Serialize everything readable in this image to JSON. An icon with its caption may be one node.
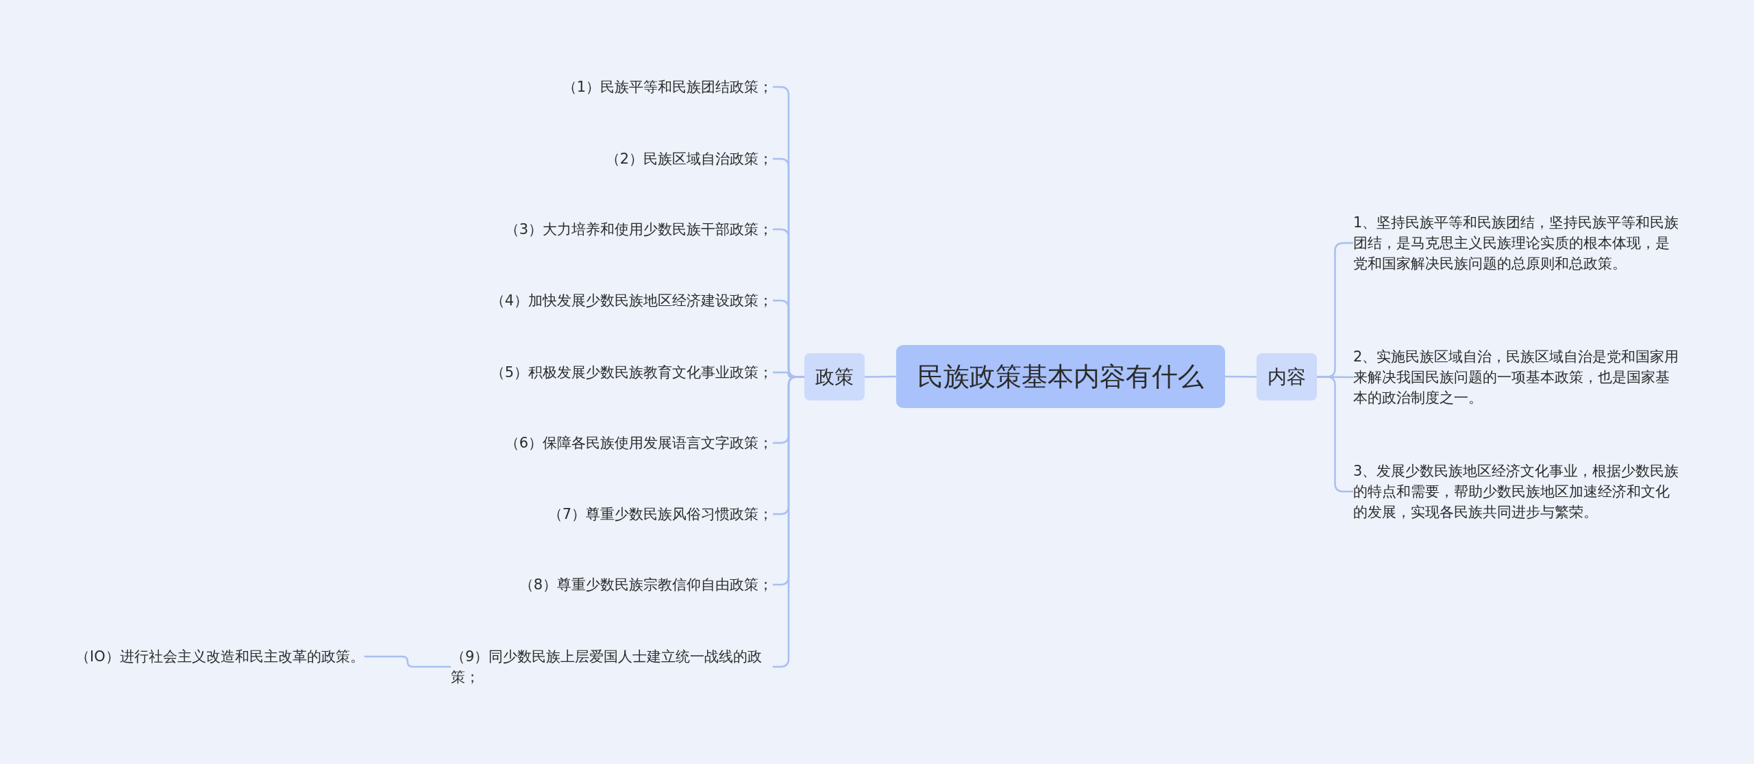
{
  "diagram": {
    "nodes": [
      {
        "text": [
          "民族政策基本内容有什么"
        ]
      },
      {
        "text": [
          "政策"
        ]
      },
      {
        "text": [
          "（1）民族平等和民族团结政策；"
        ]
      },
      {
        "text": [
          "（2）民族区域自治政策；"
        ]
      },
      {
        "text": [
          "（3）大力培养和使用少数民族干部政策；"
        ]
      },
      {
        "text": [
          "（4）加快发展少数民族地区经济建设政策；"
        ]
      },
      {
        "text": [
          "（5）积极发展少数民族教育文化事业政策；"
        ]
      },
      {
        "text": [
          "（6）保障各民族使用发展语言文字政策；"
        ]
      },
      {
        "text": [
          "（7）尊重少数民族风俗习惯政策；"
        ]
      },
      {
        "text": [
          "（8）尊重少数民族宗教信仰自由政策；"
        ]
      },
      {
        "text": [
          "（9）同少数民族上层爱国人士建立统一战线的政策；"
        ]
      },
      {
        "text": [
          "（IO）进行社会主义改造和民主改革的政策。"
        ]
      },
      {
        "text": [
          "内容"
        ]
      },
      {
        "text": [
          "1、坚持民族平等和民族团结，坚持民族平等和民族团结，是马克思主义民族理论实质的根本体现，是党和国家解决民族问题的总原则和总政策。"
        ]
      },
      {
        "text": [
          "2、实施民族区域自治，民族区域自治是党和国家用来解决我国民族问题的一项基本政策，也是国家基本的政治制度之一。"
        ]
      },
      {
        "text": [
          "3、发展少数民族地区经济文化事业，根据少数民族的特点和需要，帮助少数民族地区加速经济和文化的发展，实现各民族共同进步与繁荣。"
        ]
      }
    ],
    "edges": [
      {
        "from": 0,
        "to": 1,
        "arrow": "none"
      },
      {
        "from": 1,
        "to": 2,
        "arrow": "none"
      },
      {
        "from": 1,
        "to": 3,
        "arrow": "none"
      },
      {
        "from": 1,
        "to": 4,
        "arrow": "none"
      },
      {
        "from": 1,
        "to": 5,
        "arrow": "none"
      },
      {
        "from": 1,
        "to": 6,
        "arrow": "none"
      },
      {
        "from": 1,
        "to": 7,
        "arrow": "none"
      },
      {
        "from": 1,
        "to": 8,
        "arrow": "none"
      },
      {
        "from": 1,
        "to": 9,
        "arrow": "none"
      },
      {
        "from": 1,
        "to": 10,
        "arrow": "none"
      },
      {
        "from": 10,
        "to": 11,
        "arrow": "none"
      },
      {
        "from": 0,
        "to": 12,
        "arrow": "none"
      },
      {
        "from": 12,
        "to": 13,
        "arrow": "none"
      },
      {
        "from": 12,
        "to": 14,
        "arrow": "none"
      },
      {
        "from": 12,
        "to": 15,
        "arrow": "none"
      }
    ]
  }
}
